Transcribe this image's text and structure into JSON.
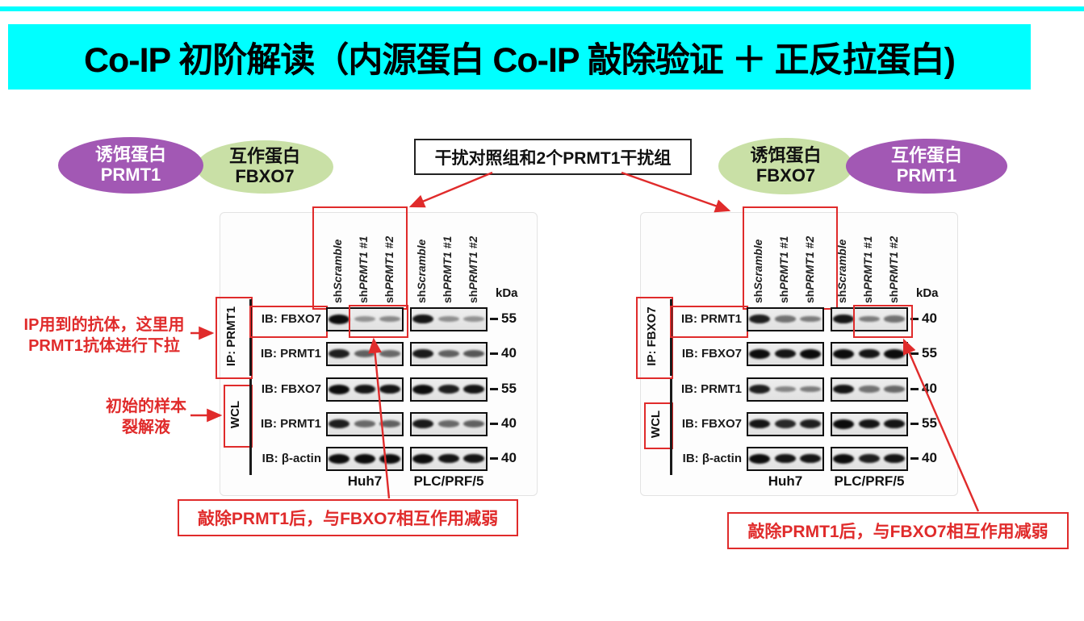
{
  "title": {
    "text": "Co-IP 初阶解读（内源蛋白 Co-IP 敲除验证 ＋ 正反拉蛋白)"
  },
  "colors": {
    "accent_cyan": "#00ffff",
    "annotation_red": "#e02b2b",
    "bait_purple": "#a258b4",
    "prey_green": "#c9e0a6"
  },
  "ovals": {
    "left_bait": {
      "line1": "诱饵蛋白",
      "line2": "PRMT1"
    },
    "left_prey": {
      "line1": "互作蛋白",
      "line2": "FBXO7"
    },
    "right_bait": {
      "line1": "诱饵蛋白",
      "line2": "FBXO7"
    },
    "right_prey": {
      "line1": "互作蛋白",
      "line2": "PRMT1"
    }
  },
  "callouts": {
    "top_box": "干扰对照组和2个PRMT1干扰组",
    "ip_note_line1": "IP用到的抗体，这里用",
    "ip_note_line2": "PRMT1抗体进行下拉",
    "wcl_note_line1": "初始的样本",
    "wcl_note_line2": "裂解液",
    "bottom_left": "敲除PRMT1后，与FBXO7相互作用减弱",
    "bottom_right": "敲除PRMT1后，与FBXO7相互作用减弱"
  },
  "panels": [
    {
      "id": "left",
      "ip_label": "IP: PRMT1",
      "wcl_label": "WCL",
      "kda_header": "kDa",
      "lanes": [
        "shScramble",
        "shPRMT1 #1",
        "shPRMT1 #2"
      ],
      "cell_lines": [
        "Huh7",
        "PLC/PRF/5"
      ],
      "rows": [
        {
          "label": "IB: FBXO7",
          "kda": "55",
          "boxed": true,
          "bands": [
            [
              1,
              0.28,
              0.33
            ],
            [
              0.95,
              0.3,
              0.28
            ]
          ]
        },
        {
          "label": "IB: PRMT1",
          "kda": "40",
          "boxed": false,
          "bands": [
            [
              0.9,
              0.55,
              0.5
            ],
            [
              0.92,
              0.55,
              0.6
            ]
          ]
        },
        {
          "label": "IB: FBXO7",
          "kda": "55",
          "boxed": false,
          "bands": [
            [
              1,
              0.95,
              0.95
            ],
            [
              1,
              0.9,
              0.95
            ]
          ]
        },
        {
          "label": "IB: PRMT1",
          "kda": "40",
          "boxed": false,
          "bands": [
            [
              0.9,
              0.5,
              0.55
            ],
            [
              0.92,
              0.5,
              0.55
            ]
          ]
        },
        {
          "label": "IB: β-actin",
          "kda": "40",
          "boxed": false,
          "bands": [
            [
              1,
              1,
              1
            ],
            [
              1,
              0.95,
              0.95
            ]
          ]
        }
      ],
      "highlight_gel": 0
    },
    {
      "id": "right",
      "ip_label": "IP: FBXO7",
      "wcl_label": "WCL",
      "kda_header": "kDa",
      "lanes": [
        "shScramble",
        "shPRMT1 #1",
        "shPRMT1 #2"
      ],
      "cell_lines": [
        "Huh7",
        "PLC/PRF/5"
      ],
      "rows": [
        {
          "label": "IB: PRMT1",
          "kda": "40",
          "boxed": true,
          "bands": [
            [
              0.9,
              0.45,
              0.4
            ],
            [
              0.95,
              0.4,
              0.45
            ]
          ]
        },
        {
          "label": "IB: FBXO7",
          "kda": "55",
          "boxed": false,
          "bands": [
            [
              1,
              0.95,
              1
            ],
            [
              1,
              0.95,
              1
            ]
          ]
        },
        {
          "label": "IB: PRMT1",
          "kda": "40",
          "boxed": false,
          "bands": [
            [
              0.9,
              0.35,
              0.4
            ],
            [
              0.95,
              0.45,
              0.5
            ]
          ]
        },
        {
          "label": "IB: FBXO7",
          "kda": "55",
          "boxed": false,
          "bands": [
            [
              0.95,
              0.85,
              0.9
            ],
            [
              1,
              0.95,
              0.95
            ]
          ]
        },
        {
          "label": "IB: β-actin",
          "kda": "40",
          "boxed": false,
          "bands": [
            [
              1,
              0.95,
              0.95
            ],
            [
              1,
              0.9,
              0.95
            ]
          ]
        }
      ],
      "highlight_gel": 1
    }
  ]
}
